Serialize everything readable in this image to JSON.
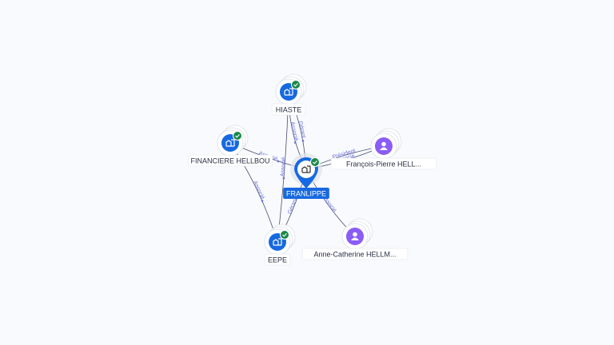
{
  "colors": {
    "company": "#1769e0",
    "person": "#8b5cf6",
    "check": "#1a8a4a",
    "edge": "#4a5070",
    "edge_label": "#6a6fd8",
    "selected_label_bg": "#1769e0"
  },
  "nodes": [
    {
      "id": "center",
      "label": "FRANLIPPE",
      "type": "company",
      "icon": "building-icon",
      "selected": true,
      "verified": true
    },
    {
      "id": "hiaste",
      "label": "HIASTE",
      "type": "company",
      "icon": "building-icon",
      "verified": true
    },
    {
      "id": "fin",
      "label": "FINANCIERE HELLBOU",
      "type": "company",
      "icon": "building-icon",
      "verified": true
    },
    {
      "id": "fp",
      "label": "François-Pierre HELL...",
      "type": "person",
      "icon": "person-icon"
    },
    {
      "id": "eepe",
      "label": "EEPE",
      "type": "company",
      "icon": "building-icon",
      "verified": true
    },
    {
      "id": "ac",
      "label": "Anne-Catherine HELLM...",
      "type": "person",
      "icon": "person-icon"
    }
  ],
  "edges": [
    {
      "from": "hiaste",
      "to": "center",
      "label": "Associé"
    },
    {
      "from": "hiaste",
      "to": "center",
      "label": "Gérant"
    },
    {
      "from": "fp",
      "to": "center",
      "label": "Président"
    },
    {
      "from": "fp",
      "to": "center",
      "label": "Associé"
    },
    {
      "from": "fin",
      "to": "center",
      "label": "Associé"
    },
    {
      "from": "fin",
      "to": "eepe",
      "label": "Associé"
    },
    {
      "from": "eepe",
      "to": "center",
      "label": "Gérant"
    },
    {
      "from": "hiaste",
      "to": "eepe",
      "label": "Associé"
    },
    {
      "from": "ac",
      "to": "center",
      "label": "Associé"
    }
  ]
}
